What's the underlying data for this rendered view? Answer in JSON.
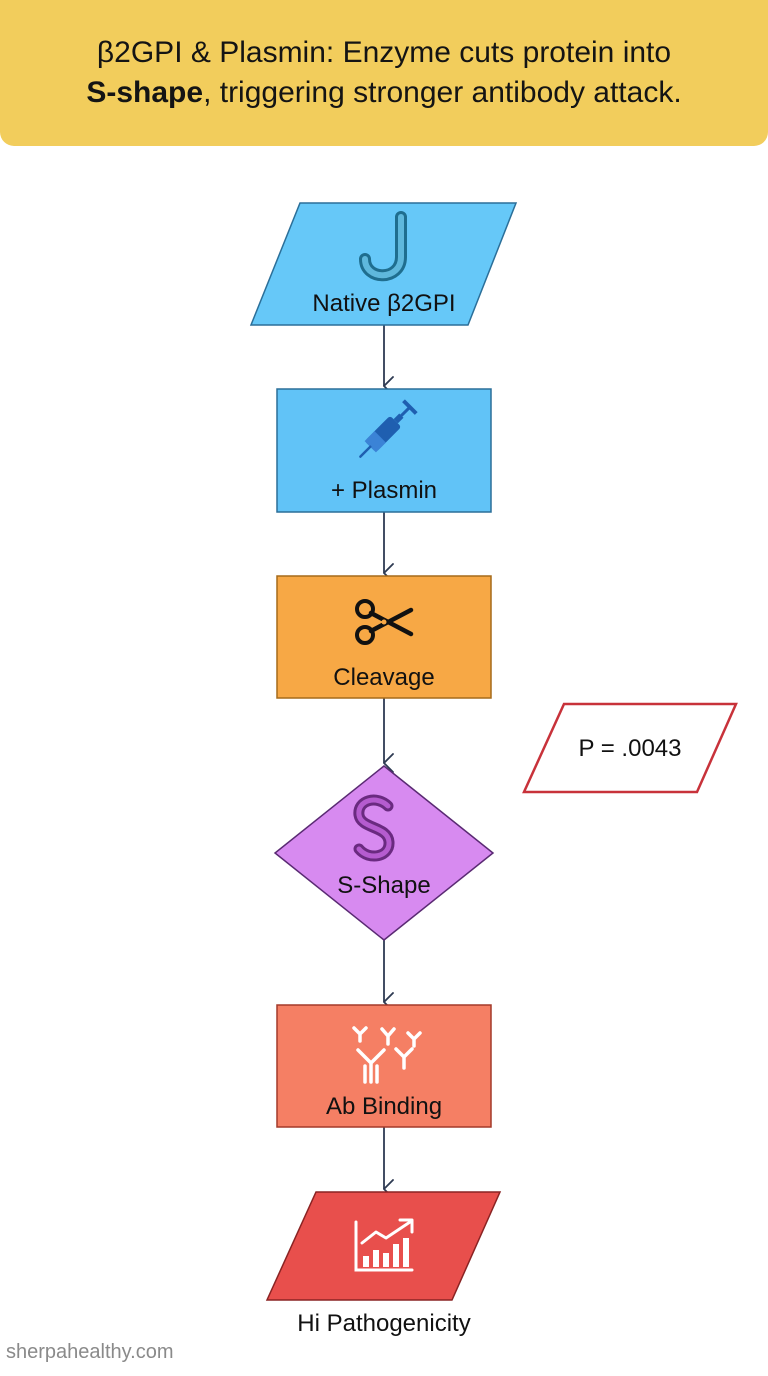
{
  "header": {
    "line1": "β2GPI & Plasmin: Enzyme cuts protein into",
    "line2_bold": "S-shape",
    "line2_rest": ", triggering stronger antibody attack."
  },
  "nodes": {
    "native": {
      "label": "Native β2GPI",
      "icon": "j-hook-protein-icon"
    },
    "plasmin": {
      "label": "+ Plasmin",
      "icon": "syringe-icon"
    },
    "cleavage": {
      "label": "Cleavage",
      "icon": "scissors-icon"
    },
    "sshape": {
      "label": "S-Shape",
      "icon": "s-curve-protein-icon"
    },
    "binding": {
      "label": "Ab Binding",
      "icon": "antibodies-icon"
    },
    "pathogenicity": {
      "label": "Hi Pathogenicity",
      "icon": "rising-bar-chart-icon"
    }
  },
  "annotation": {
    "label": "P = .0043"
  },
  "watermark": "sherpahealthy.com",
  "colors": {
    "banner": "#f2cd5c",
    "native": "#66c8f8",
    "plasmin": "#61c3f7",
    "cleavage": "#f7a845",
    "sshape": "#d78af0",
    "binding": "#f57f64",
    "pathogenicity": "#e84f4c",
    "annotation_border": "#c8323a",
    "connector": "#2e3a52"
  }
}
